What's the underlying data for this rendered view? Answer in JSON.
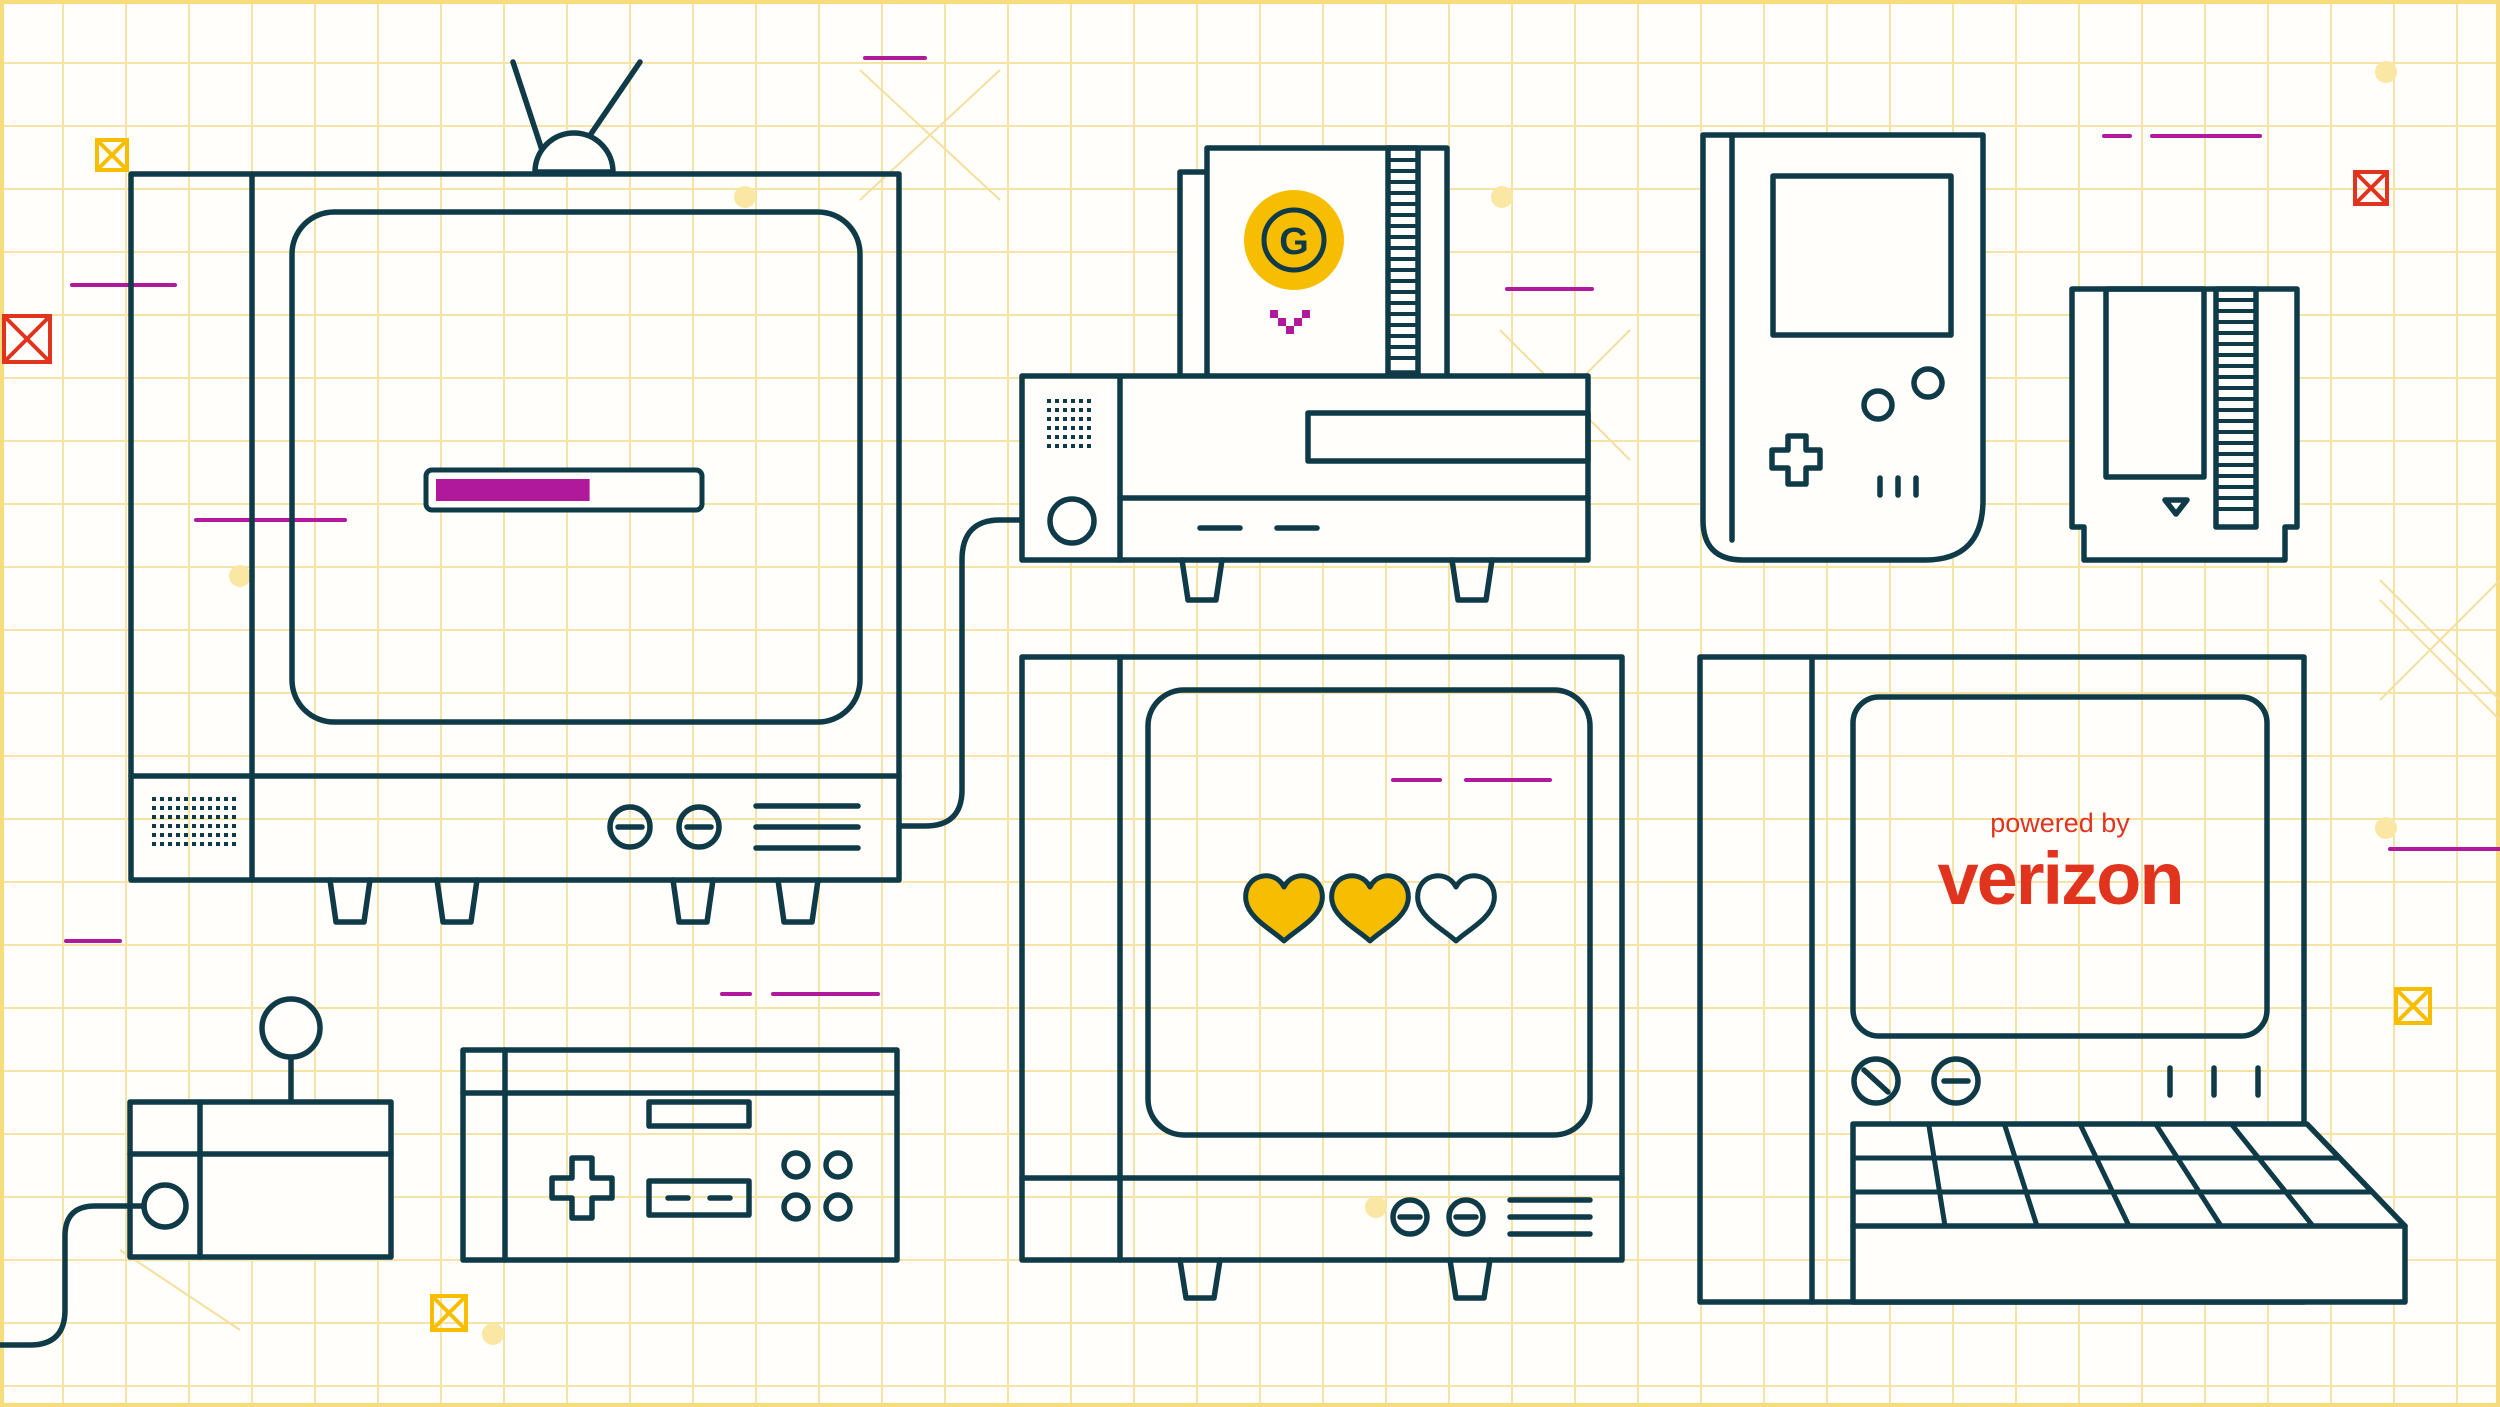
{
  "branding": {
    "powered_by": "powered by",
    "brand_name": "verizon"
  },
  "coin_letter": "G",
  "progress_bar": {
    "fill_fraction": 0.6,
    "color": "#b0199b"
  },
  "hearts": {
    "filled": 2,
    "total": 3,
    "filled_color": "#f7bd00"
  },
  "palette": {
    "outline": "#0f3b49",
    "background": "#fffefa",
    "grid": "#f6e3a6",
    "accent_magenta": "#b0199b",
    "accent_red": "#e0341f",
    "accent_yellow": "#f7bd00"
  },
  "icons": [
    "tv-antenna-icon",
    "nes-console-icon",
    "game-cartridge-icon",
    "gameboy-icon",
    "computer-monitor-icon",
    "crt-tv-icon",
    "joystick-icon",
    "nes-controller-icon",
    "heart-icon",
    "coin-icon"
  ]
}
